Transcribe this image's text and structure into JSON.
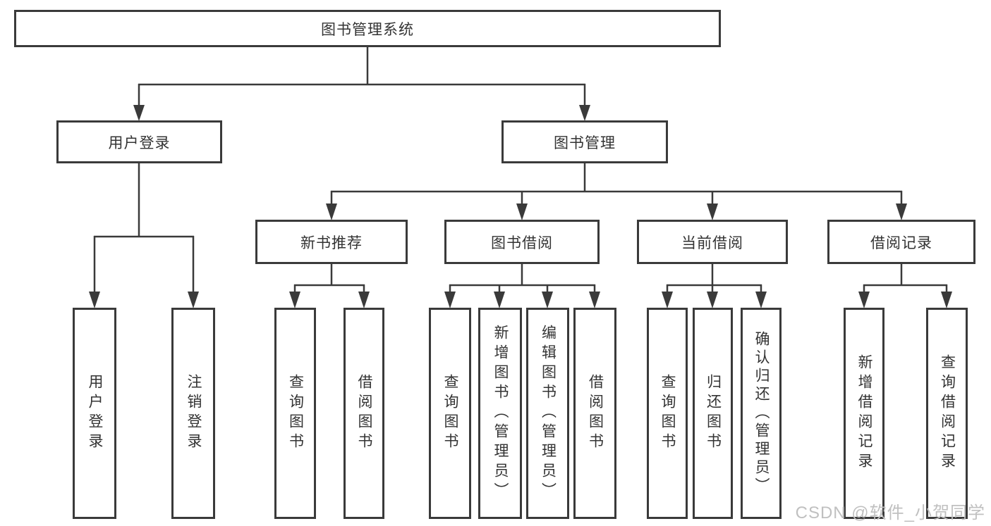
{
  "diagram": {
    "title_note": "functional structure tree",
    "root": {
      "label": "图书管理系统"
    },
    "branches": [
      {
        "label": "用户登录",
        "children": [
          {
            "label": "用户登录"
          },
          {
            "label": "注销登录"
          }
        ]
      },
      {
        "label": "图书管理",
        "groups": [
          {
            "label": "新书推荐",
            "children": [
              {
                "label": "查询图书"
              },
              {
                "label": "借阅图书"
              }
            ]
          },
          {
            "label": "图书借阅",
            "children": [
              {
                "label": "查询图书"
              },
              {
                "label": "新增图书（管理员）"
              },
              {
                "label": "编辑图书（管理员）"
              },
              {
                "label": "借阅图书"
              }
            ]
          },
          {
            "label": "当前借阅",
            "children": [
              {
                "label": "查询图书"
              },
              {
                "label": "归还图书"
              },
              {
                "label": "确认归还（管理员）"
              }
            ]
          },
          {
            "label": "借阅记录",
            "children": [
              {
                "label": "新增借阅记录"
              },
              {
                "label": "查询借阅记录"
              }
            ]
          }
        ]
      }
    ]
  },
  "watermark": {
    "text": "CSDN @软件_小贺同学",
    "color": "#c0c0c0"
  },
  "colors": {
    "line": "#3a3a3a",
    "box_border": "#3a3a3a",
    "text": "#333333",
    "background": "#ffffff"
  }
}
